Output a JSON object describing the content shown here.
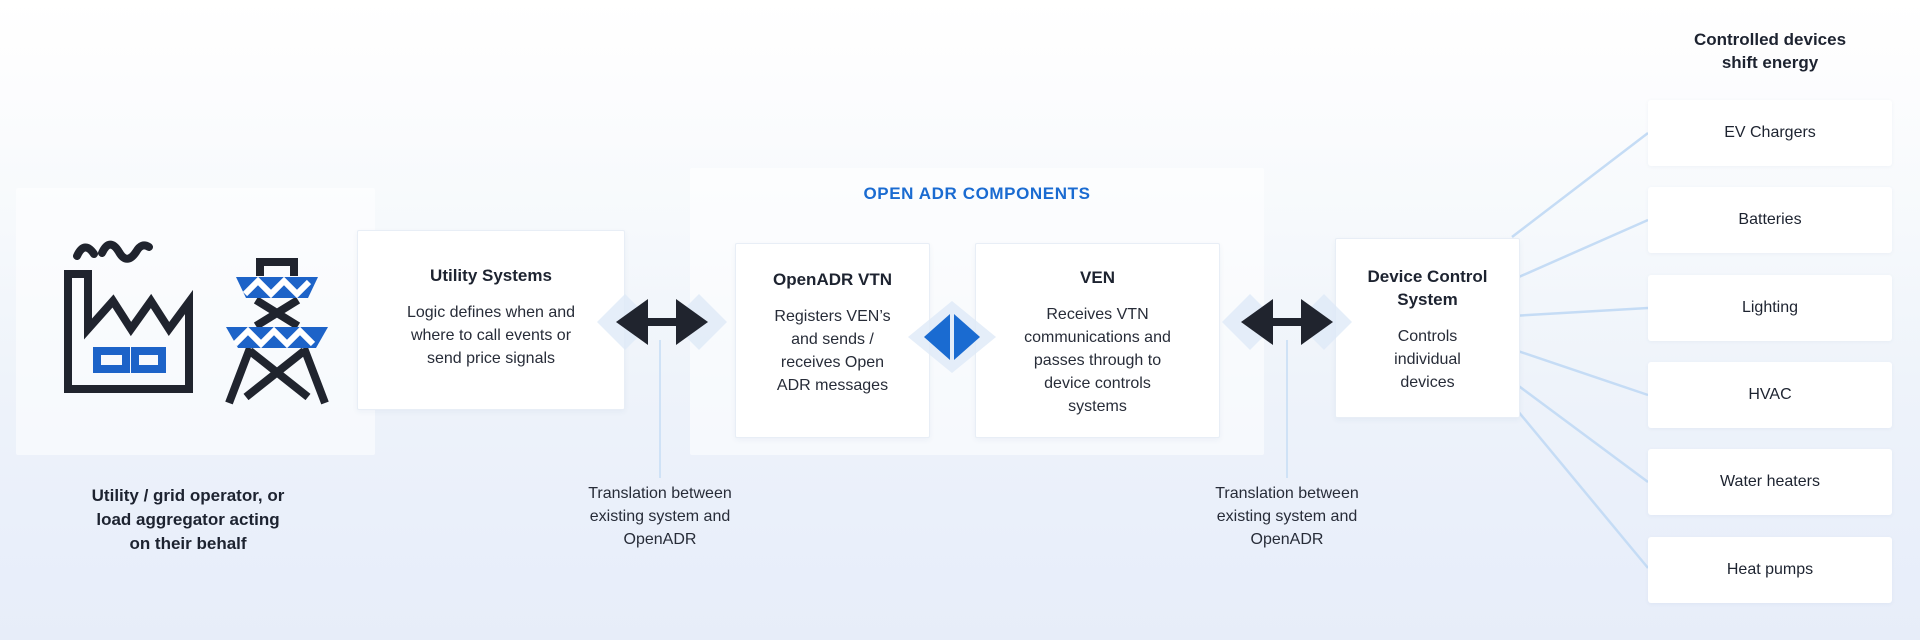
{
  "colors": {
    "accent_blue": "#1a6bd1",
    "icon_blue": "#1d63c8",
    "dark": "#20242e",
    "connector_blue": "#c5dcf5",
    "diamond_blue": "#dfeaf8"
  },
  "left_group": {
    "icons": [
      "factory-icon",
      "transmission-tower-icon"
    ],
    "caption": "Utility / grid operator, or\nload aggregator acting\non their behalf"
  },
  "utility_systems_box": {
    "title": "Utility Systems",
    "body": "Logic defines when and\nwhere to call events or\nsend price signals"
  },
  "openadr_section": {
    "heading": "OPEN ADR COMPONENTS",
    "vtn_box": {
      "title": "OpenADR VTN",
      "body": "Registers VEN’s\nand sends /\nreceives Open\nADR messages"
    },
    "ven_box": {
      "title": "VEN",
      "body": "Receives VTN\ncommunications and\npasses through to\ndevice controls\nsystems"
    }
  },
  "device_control_box": {
    "title": "Device Control\nSystem",
    "body": "Controls\nindividual\ndevices"
  },
  "translation_notes": [
    {
      "text": "Translation between\nexisting system and\nOpenADR"
    },
    {
      "text": "Translation between\nexisting system and\nOpenADR"
    }
  ],
  "controlled_devices": {
    "heading": "Controlled devices\nshift energy",
    "items": [
      "EV Chargers",
      "Batteries",
      "Lighting",
      "HVAC",
      "Water heaters",
      "Heat pumps"
    ]
  }
}
